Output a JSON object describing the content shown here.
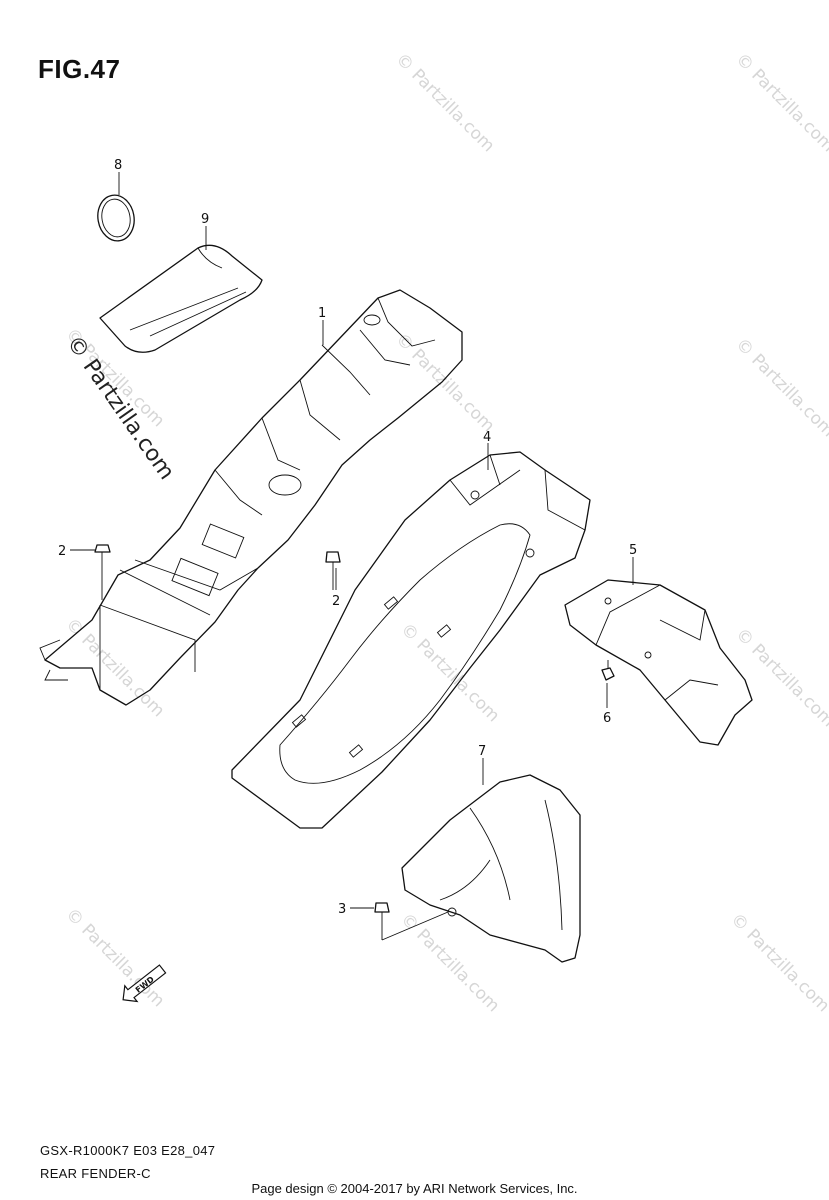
{
  "figure": {
    "title": "FIG.47"
  },
  "callouts": {
    "c1": "1",
    "c2a": "2",
    "c2b": "2",
    "c3": "3",
    "c4": "4",
    "c5": "5",
    "c6": "6",
    "c7": "7",
    "c8": "8",
    "c9": "9"
  },
  "badge": {
    "fwd": "FWD"
  },
  "watermark": {
    "main": "© Partzilla.com",
    "repeat": "© Partzilla.com"
  },
  "footer": {
    "model_code": "GSX-R1000K7 E03 E28_047",
    "assembly_name": "REAR FENDER-C",
    "credit": "Page design © 2004-2017 by ARI Network Services, Inc."
  }
}
